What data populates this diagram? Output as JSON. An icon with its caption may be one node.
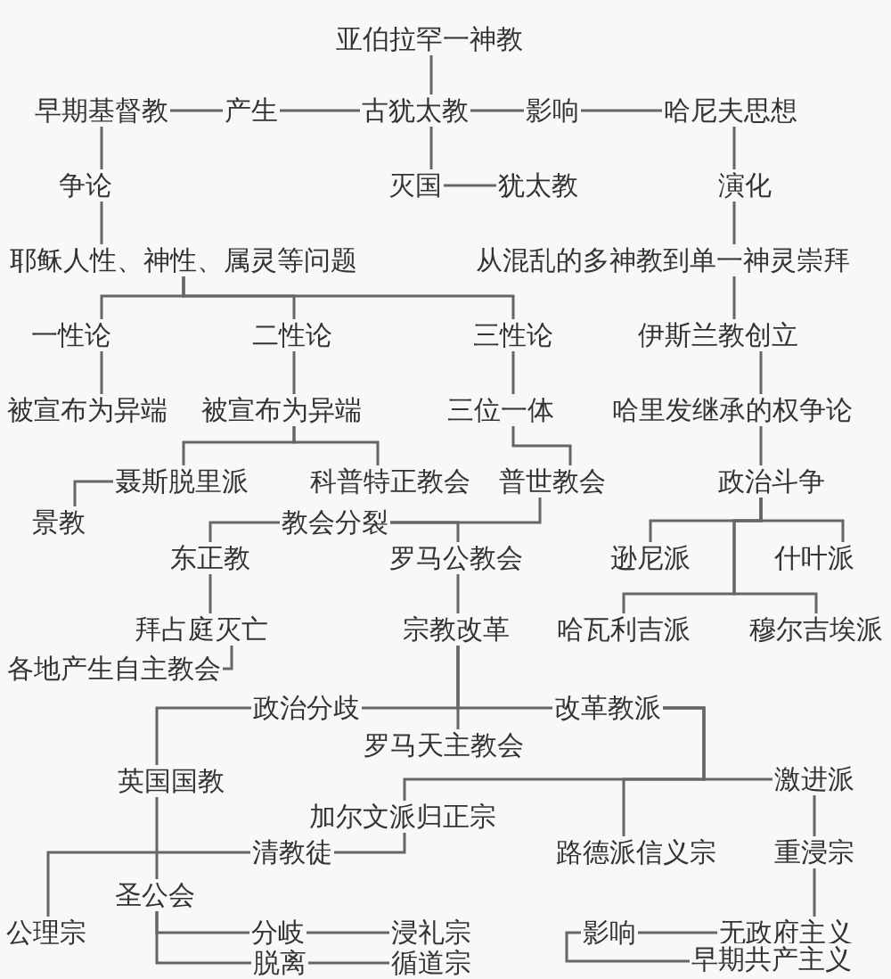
{
  "diagram": {
    "nodes": [
      {
        "text": [
          "亚伯拉罕一神教"
        ]
      },
      {
        "text": [
          "早期基督教"
        ]
      },
      {
        "text": [
          "产生"
        ]
      },
      {
        "text": [
          "古犹太教"
        ]
      },
      {
        "text": [
          "影响"
        ]
      },
      {
        "text": [
          "哈尼夫思想"
        ]
      },
      {
        "text": [
          "争论"
        ]
      },
      {
        "text": [
          "灭国"
        ]
      },
      {
        "text": [
          "犹太教"
        ]
      },
      {
        "text": [
          "演化"
        ]
      },
      {
        "text": [
          "耶稣人性、神性、属灵等问题"
        ]
      },
      {
        "text": [
          "从混乱的多神教到单一神灵崇拜"
        ]
      },
      {
        "text": [
          "一性论"
        ]
      },
      {
        "text": [
          "二性论"
        ]
      },
      {
        "text": [
          "三性论"
        ]
      },
      {
        "text": [
          "伊斯兰教创立"
        ]
      },
      {
        "text": [
          "被宣布为异端"
        ]
      },
      {
        "text": [
          "被宣布为异端"
        ]
      },
      {
        "text": [
          "三位一体"
        ]
      },
      {
        "text": [
          "哈里发继承的权争论"
        ]
      },
      {
        "text": [
          "聂斯脱里派"
        ]
      },
      {
        "text": [
          "科普特正教会"
        ]
      },
      {
        "text": [
          "普世教会"
        ]
      },
      {
        "text": [
          "政治斗争"
        ]
      },
      {
        "text": [
          "景教"
        ]
      },
      {
        "text": [
          "教会分裂"
        ]
      },
      {
        "text": [
          "逊尼派"
        ]
      },
      {
        "text": [
          "什叶派"
        ]
      },
      {
        "text": [
          "东正教"
        ]
      },
      {
        "text": [
          "罗马公教会"
        ]
      },
      {
        "text": [
          "拜占庭灭亡"
        ]
      },
      {
        "text": [
          "宗教改革"
        ]
      },
      {
        "text": [
          "哈瓦利吉派"
        ]
      },
      {
        "text": [
          "穆尔吉埃派"
        ]
      },
      {
        "text": [
          "各地产生自主教会"
        ]
      },
      {
        "text": [
          "政治分歧"
        ]
      },
      {
        "text": [
          "改革教派"
        ]
      },
      {
        "text": [
          "罗马天主教会"
        ]
      },
      {
        "text": [
          "英国国教"
        ]
      },
      {
        "text": [
          "激进派"
        ]
      },
      {
        "text": [
          "加尔文派归正宗"
        ]
      },
      {
        "text": [
          "路德派信义宗"
        ]
      },
      {
        "text": [
          "重浸宗"
        ]
      },
      {
        "text": [
          "清教徒"
        ]
      },
      {
        "text": [
          "圣公会"
        ]
      },
      {
        "text": [
          "公理宗"
        ]
      },
      {
        "text": [
          "分岐"
        ]
      },
      {
        "text": [
          "浸礼宗"
        ]
      },
      {
        "text": [
          "影响"
        ]
      },
      {
        "text": [
          "无政府主义"
        ]
      },
      {
        "text": [
          "脱离"
        ]
      },
      {
        "text": [
          "循道宗"
        ]
      },
      {
        "text": [
          "早期共产主义"
        ]
      }
    ],
    "edges": [
      {
        "from": 0,
        "to": 3,
        "arrow": "none"
      },
      {
        "from": 1,
        "to": 2,
        "arrow": "none"
      },
      {
        "from": 2,
        "to": 3,
        "arrow": "none"
      },
      {
        "from": 3,
        "to": 4,
        "arrow": "none"
      },
      {
        "from": 4,
        "to": 5,
        "arrow": "none"
      },
      {
        "from": 1,
        "to": 6,
        "arrow": "none"
      },
      {
        "from": 6,
        "to": 10,
        "arrow": "none"
      },
      {
        "from": 3,
        "to": 7,
        "arrow": "none"
      },
      {
        "from": 7,
        "to": 8,
        "arrow": "none"
      },
      {
        "from": 5,
        "to": 9,
        "arrow": "none"
      },
      {
        "from": 9,
        "to": 11,
        "arrow": "none"
      },
      {
        "from": 10,
        "to": 12,
        "arrow": "none"
      },
      {
        "from": 10,
        "to": 13,
        "arrow": "none"
      },
      {
        "from": 10,
        "to": 14,
        "arrow": "none"
      },
      {
        "from": 11,
        "to": 15,
        "arrow": "none"
      },
      {
        "from": 15,
        "to": 19,
        "arrow": "none"
      },
      {
        "from": 19,
        "to": 23,
        "arrow": "none"
      },
      {
        "from": 12,
        "to": 16,
        "arrow": "none"
      },
      {
        "from": 13,
        "to": 17,
        "arrow": "none"
      },
      {
        "from": 14,
        "to": 18,
        "arrow": "none"
      },
      {
        "from": 17,
        "to": 20,
        "arrow": "none"
      },
      {
        "from": 17,
        "to": 21,
        "arrow": "none"
      },
      {
        "from": 18,
        "to": 22,
        "arrow": "none"
      },
      {
        "from": 20,
        "to": 24,
        "arrow": "none"
      },
      {
        "from": 22,
        "to": 25,
        "arrow": "none"
      },
      {
        "from": 25,
        "to": 28,
        "arrow": "none"
      },
      {
        "from": 25,
        "to": 29,
        "arrow": "none"
      },
      {
        "from": 23,
        "to": 26,
        "arrow": "none"
      },
      {
        "from": 23,
        "to": 27,
        "arrow": "none"
      },
      {
        "from": 23,
        "to": 32,
        "arrow": "none"
      },
      {
        "from": 23,
        "to": 33,
        "arrow": "none"
      },
      {
        "from": 28,
        "to": 30,
        "arrow": "none"
      },
      {
        "from": 30,
        "to": 34,
        "arrow": "none"
      },
      {
        "from": 29,
        "to": 31,
        "arrow": "none"
      },
      {
        "from": 31,
        "to": 35,
        "arrow": "none"
      },
      {
        "from": 35,
        "to": 38,
        "arrow": "none"
      },
      {
        "from": 31,
        "to": 36,
        "arrow": "none"
      },
      {
        "from": 31,
        "to": 37,
        "arrow": "none"
      },
      {
        "from": 36,
        "to": 39,
        "arrow": "none"
      },
      {
        "from": 36,
        "to": 40,
        "arrow": "none"
      },
      {
        "from": 36,
        "to": 41,
        "arrow": "none"
      },
      {
        "from": 39,
        "to": 42,
        "arrow": "none"
      },
      {
        "from": 40,
        "to": 43,
        "arrow": "none"
      },
      {
        "from": 43,
        "to": 45,
        "arrow": "none"
      },
      {
        "from": 38,
        "to": 44,
        "arrow": "none"
      },
      {
        "from": 44,
        "to": 46,
        "arrow": "none"
      },
      {
        "from": 46,
        "to": 47,
        "arrow": "none"
      },
      {
        "from": 44,
        "to": 50,
        "arrow": "none"
      },
      {
        "from": 50,
        "to": 51,
        "arrow": "none"
      },
      {
        "from": 42,
        "to": 49,
        "arrow": "none"
      },
      {
        "from": 49,
        "to": 48,
        "arrow": "none"
      },
      {
        "from": 48,
        "to": 52,
        "arrow": "none"
      }
    ]
  }
}
